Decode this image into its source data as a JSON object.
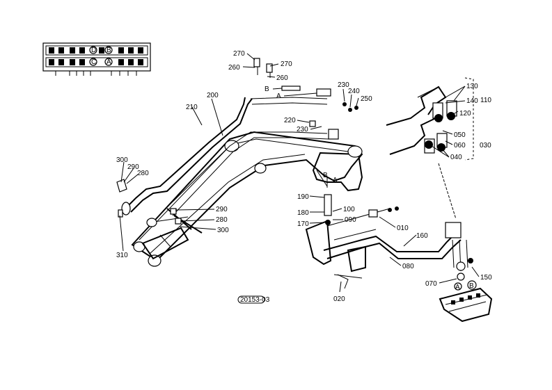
{
  "diagram": {
    "part_labels": {
      "p270a": "270",
      "p270b": "270",
      "p260a": "260",
      "p260b": "260",
      "p230a": "230",
      "p240": "240",
      "p250": "250",
      "p220": "220",
      "p230b": "230",
      "p200": "200",
      "p210": "210",
      "p300a": "300",
      "p290a": "290",
      "p280a": "280",
      "p310": "310",
      "p290b": "290",
      "p280b": "280",
      "p300b": "300",
      "p190": "190",
      "p180": "180",
      "p170": "170",
      "p100": "100",
      "p090": "090",
      "p010": "010",
      "p160": "160",
      "p080": "080",
      "p070": "070",
      "p150": "150",
      "p020": "020",
      "p130": "130",
      "p140": "140",
      "p110": "110",
      "p120": "120",
      "p050": "050",
      "p060": "060",
      "p030": "030",
      "p040": "040"
    },
    "connector_letters": {
      "a_top": "A",
      "b_top": "B",
      "b_mid": "B",
      "a_mid": "A",
      "valve_d": "D",
      "valve_b": "B",
      "valve_c": "C",
      "valve_a": "A",
      "lower_a": "A",
      "lower_b": "B"
    },
    "stamp_code": "20153-03"
  }
}
